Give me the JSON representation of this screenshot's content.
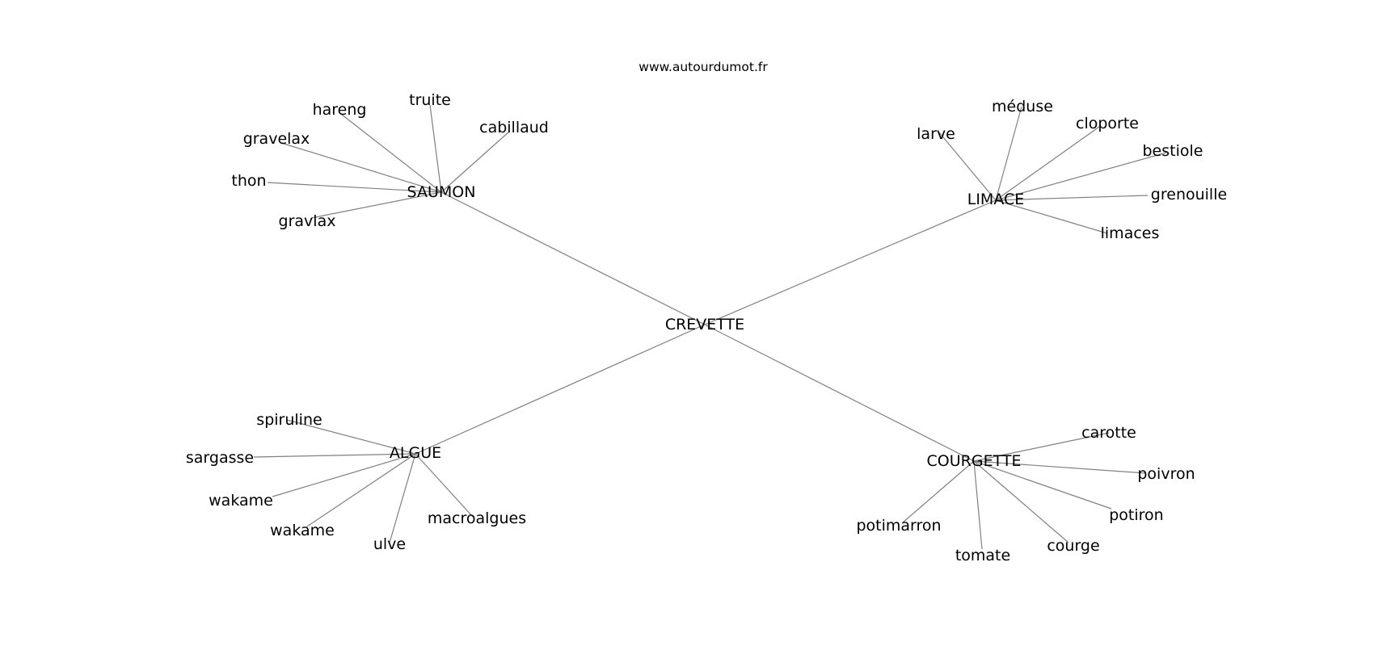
{
  "site_label": "www.autourdumot.fr",
  "center": "CREVETTE",
  "clusters": [
    {
      "hub": "SAUMON",
      "leaves": [
        "truite",
        "hareng",
        "cabillaud",
        "gravelax",
        "thon",
        "gravlax"
      ]
    },
    {
      "hub": "LIMACE",
      "leaves": [
        "méduse",
        "larve",
        "cloporte",
        "bestiole",
        "grenouille",
        "limaces"
      ]
    },
    {
      "hub": "ALGUE",
      "leaves": [
        "spiruline",
        "sargasse",
        "wakame",
        "wakame",
        "ulve",
        "macroalgues"
      ]
    },
    {
      "hub": "COURGETTE",
      "leaves": [
        "carotte",
        "poivron",
        "potiron",
        "courge",
        "tomate",
        "potimarron"
      ]
    }
  ]
}
